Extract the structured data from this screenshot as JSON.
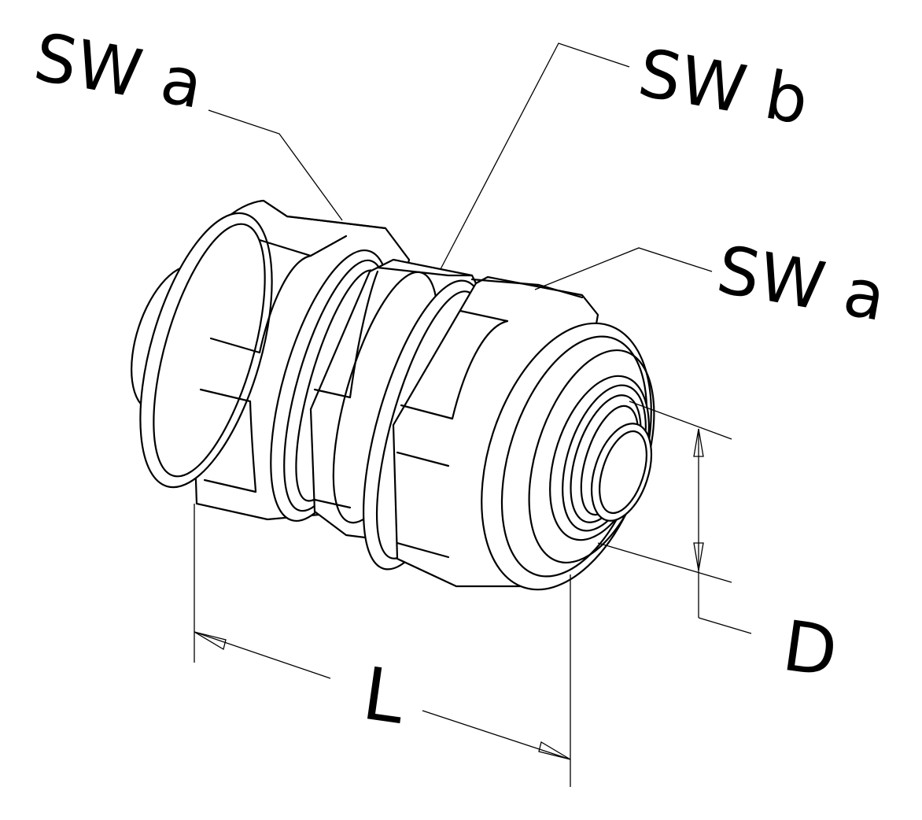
{
  "labels": {
    "sw_a_left": "SW a",
    "sw_b": "SW b",
    "sw_a_right": "SW a",
    "dim_d": "D",
    "dim_l": "L"
  },
  "colors": {
    "ink": "#000000",
    "paper": "#ffffff"
  }
}
